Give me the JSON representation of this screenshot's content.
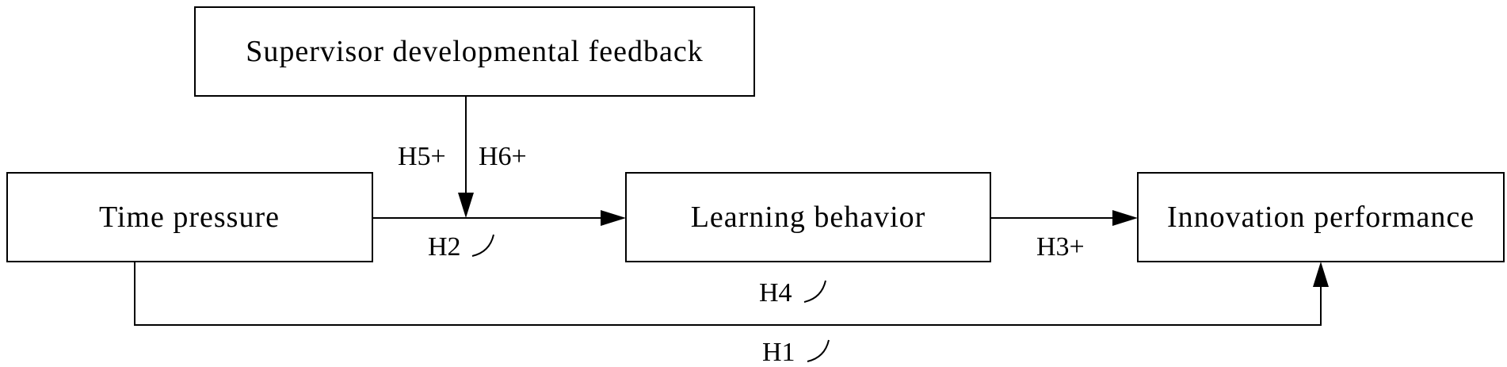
{
  "diagram": {
    "nodes": {
      "supervisor_feedback": "Supervisor developmental feedback",
      "time_pressure": "Time pressure",
      "learning_behavior": "Learning behavior",
      "innovation_performance": "Innovation performance"
    },
    "edges": {
      "h1": "H1",
      "h2": "H2",
      "h3": "H3+",
      "h4": "H4",
      "h5": "H5+",
      "h6": "H6+"
    },
    "colors": {
      "line": "#000000",
      "background": "#ffffff"
    }
  }
}
